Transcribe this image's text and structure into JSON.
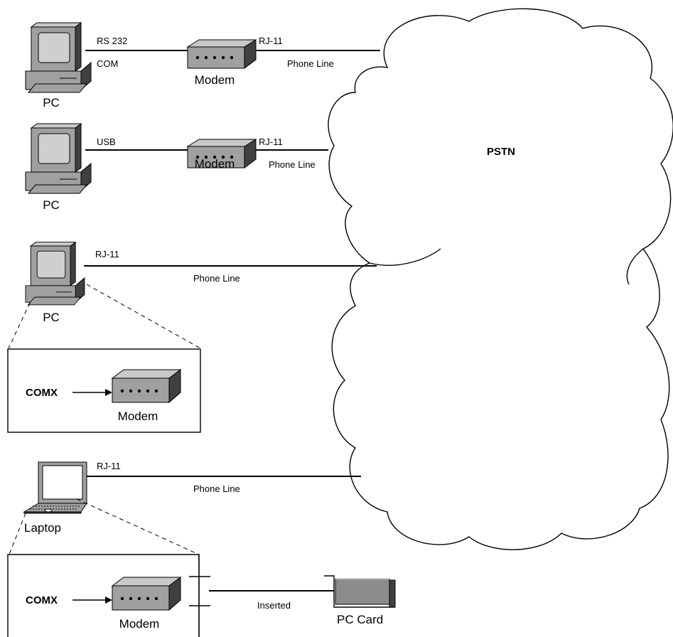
{
  "network": {
    "label": "PSTN"
  },
  "rows": [
    {
      "device": "PC",
      "port_top": "RS 232",
      "port_bottom": "COM",
      "modem": "Modem",
      "modem_port": "RJ-11",
      "line": "Phone Line"
    },
    {
      "device": "PC",
      "port_top": "USB",
      "modem": "Modem",
      "modem_port": "RJ-11",
      "line": "Phone Line"
    },
    {
      "device": "PC",
      "port_top": "RJ-11",
      "line": "Phone Line",
      "detail": {
        "port": "COMX",
        "modem": "Modem"
      }
    },
    {
      "device": "Laptop",
      "port_top": "RJ-11",
      "line": "Phone Line",
      "detail": {
        "port": "COMX",
        "modem": "Modem",
        "link": "Inserted",
        "card": "PC Card"
      }
    }
  ],
  "colors": {
    "line": "#000000",
    "device_body": "#a0a0a0",
    "device_shadow": "#404040",
    "screen": "#cfcfcf",
    "cloud_fill": "#ffffff",
    "card": "#8c8c8c"
  }
}
